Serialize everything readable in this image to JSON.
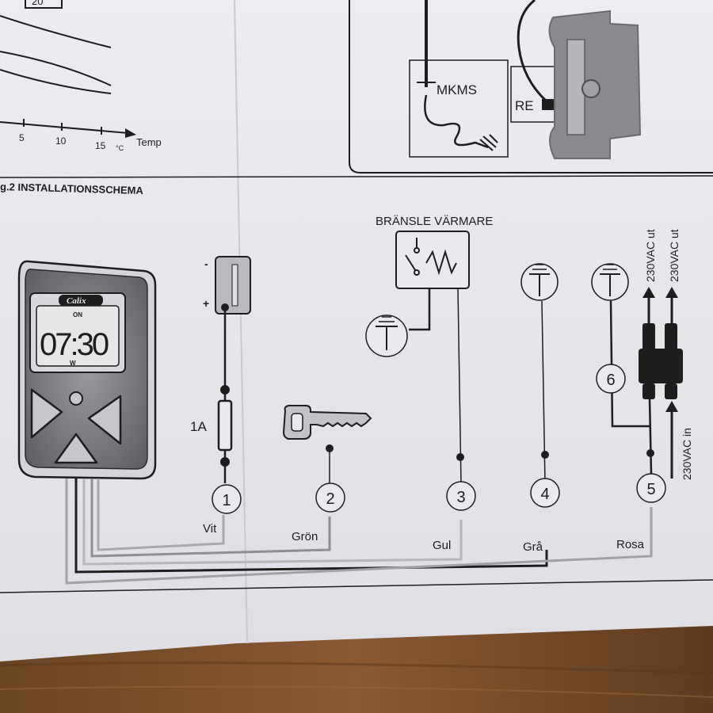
{
  "top_left_graph": {
    "x_ticks": [
      "5",
      "10",
      "15"
    ],
    "x_unit": "°C",
    "x_label": "Temp",
    "corner_digit": "20"
  },
  "top_right_panel": {
    "label_mkms": "MKMS",
    "label_re": "RE"
  },
  "section": {
    "title": "g.2 INSTALLATIONSSCHEMA"
  },
  "timer_device": {
    "brand": "Calix",
    "on_label": "ON",
    "time": "07:30",
    "w_label": "W"
  },
  "fuse": {
    "rating": "1A",
    "minus": "-",
    "plus": "+"
  },
  "heater": {
    "title": "BRÄNSLE VÄRMARE"
  },
  "terminals": [
    {
      "number": "1",
      "wire": "Vit"
    },
    {
      "number": "2",
      "wire": "Grön"
    },
    {
      "number": "3",
      "wire": "Gul"
    },
    {
      "number": "4",
      "wire": "Grå"
    },
    {
      "number": "5",
      "wire": "Rosa"
    },
    {
      "number": "6",
      "wire": ""
    }
  ],
  "power": {
    "out_1": "230VAC ut",
    "out_2": "230VAC ut",
    "input": "230VAC in"
  },
  "colors": {
    "paper": "#e9e9ee",
    "ink": "#1e1e1e",
    "wood": "#7a4f2c"
  }
}
